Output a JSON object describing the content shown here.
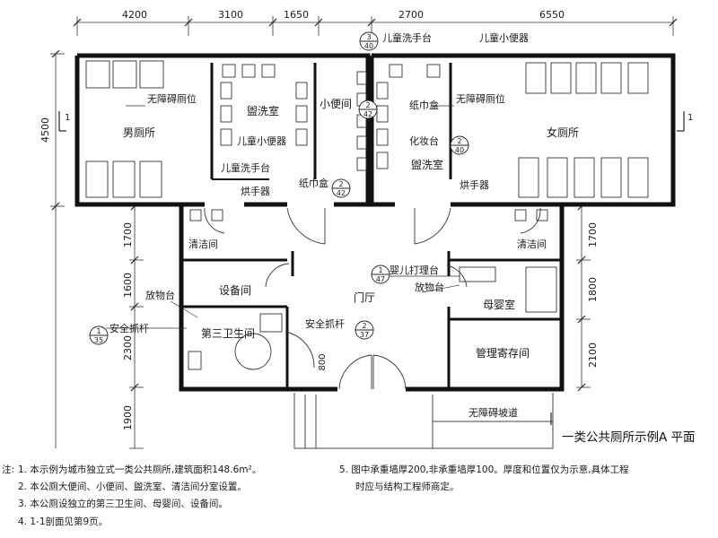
{
  "title": "一类公共厕所示例A  平面",
  "dims_top": [
    "4200",
    "3100",
    "1650",
    "2700",
    "6550"
  ],
  "dims_left": [
    "4500",
    "1700",
    "1600",
    "2300",
    "1900"
  ],
  "dims_right": [
    "1700",
    "1800",
    "2100"
  ],
  "dim_door": "800",
  "rooms": {
    "mens": "男厕所",
    "womens": "女厕所",
    "washroom_a": "盥洗室",
    "washroom_b": "盥洗室",
    "urinal": "小便间",
    "accessible_a": "无障碍厕位",
    "accessible_b": "无障碍厕位",
    "child_urinal_a": "儿童小便器",
    "child_urinal_b": "儿童小便器",
    "child_basin_a": "儿童洗手台",
    "child_basin_b": "儿童洗手台",
    "tissue_a": "纸巾盒",
    "tissue_b": "纸巾盒",
    "dryer_a": "烘手器",
    "dryer_b": "烘手器",
    "vanity": "化妆台",
    "cleaning_a": "清洁间",
    "cleaning_b": "清洁间",
    "equipment": "设备间",
    "shelf_a": "放物台",
    "shelf_b": "放物台",
    "family": "第三卫生间",
    "handrail_a": "安全抓杆",
    "handrail_b": "安全抓杆",
    "lobby": "门厅",
    "baby_table": "婴儿打理台",
    "nursing": "母婴室",
    "storage": "管理寄存间",
    "ramp": "无障碍坡道"
  },
  "refs": [
    {
      "num": "3",
      "den": "40"
    },
    {
      "num": "2",
      "den": "42"
    },
    {
      "num": "2",
      "den": "40"
    },
    {
      "num": "2",
      "den": "42"
    },
    {
      "num": "1",
      "den": "47"
    },
    {
      "num": "1",
      "den": "35"
    },
    {
      "num": "2",
      "den": "37"
    }
  ],
  "section_mark": "1",
  "notes_label": "注:",
  "notes": [
    "1.  本示例为城市独立式一类公共厕所,建筑面积148.6m²。",
    "2.  本公厕大便间、小便间、盥洗室、清洁间分室设置。",
    "3.  本公厕设独立的第三卫生间、母婴间、设备间。",
    "4.  1-1剖面见第9页。",
    "5.  图中承重墙厚200,非承重墙厚100。厚度和位置仅为示意,具体工程",
    "时应与结构工程师商定。"
  ]
}
